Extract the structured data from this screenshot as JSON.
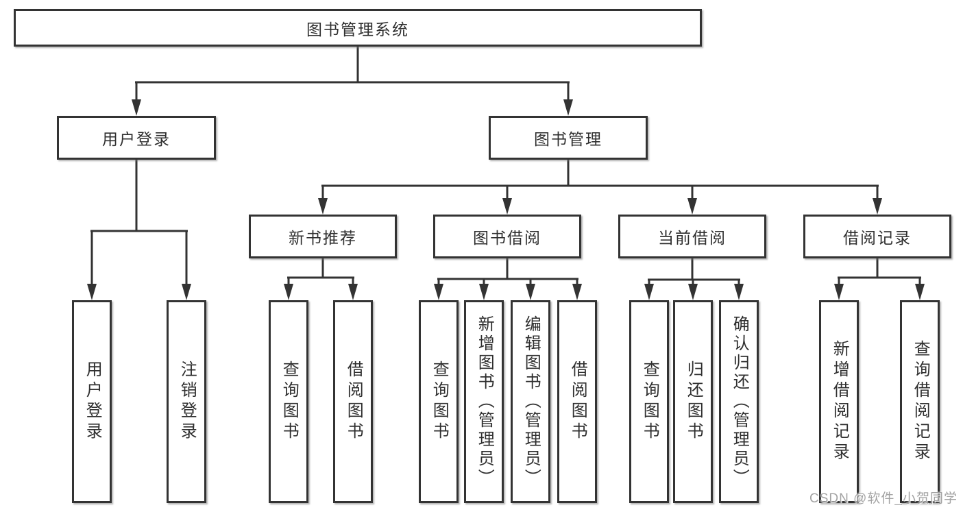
{
  "tree": {
    "label": "图书管理系统",
    "children": [
      {
        "label": "用户登录",
        "children": [
          {
            "label": "用户登录"
          },
          {
            "label": "注销登录"
          }
        ]
      },
      {
        "label": "图书管理",
        "children": [
          {
            "label": "新书推荐",
            "children": [
              {
                "label": "查询图书"
              },
              {
                "label": "借阅图书"
              }
            ]
          },
          {
            "label": "图书借阅",
            "children": [
              {
                "label": "查询图书"
              },
              {
                "label": "新增图书（管理员）"
              },
              {
                "label": "编辑图书（管理员）"
              },
              {
                "label": "借阅图书"
              }
            ]
          },
          {
            "label": "当前借阅",
            "children": [
              {
                "label": "查询图书"
              },
              {
                "label": "归还图书"
              },
              {
                "label": "确认归还（管理员）"
              }
            ]
          },
          {
            "label": "借阅记录",
            "children": [
              {
                "label": "新增借阅记录"
              },
              {
                "label": "查询借阅记录"
              }
            ]
          }
        ]
      }
    ]
  },
  "watermark": "CSDN @软件_小贺同学",
  "colors": {
    "line": "#333333",
    "box_border": "#333333",
    "box_bg": "#ffffff",
    "text": "#2f2f2f",
    "watermark": "#9b9b9b"
  }
}
